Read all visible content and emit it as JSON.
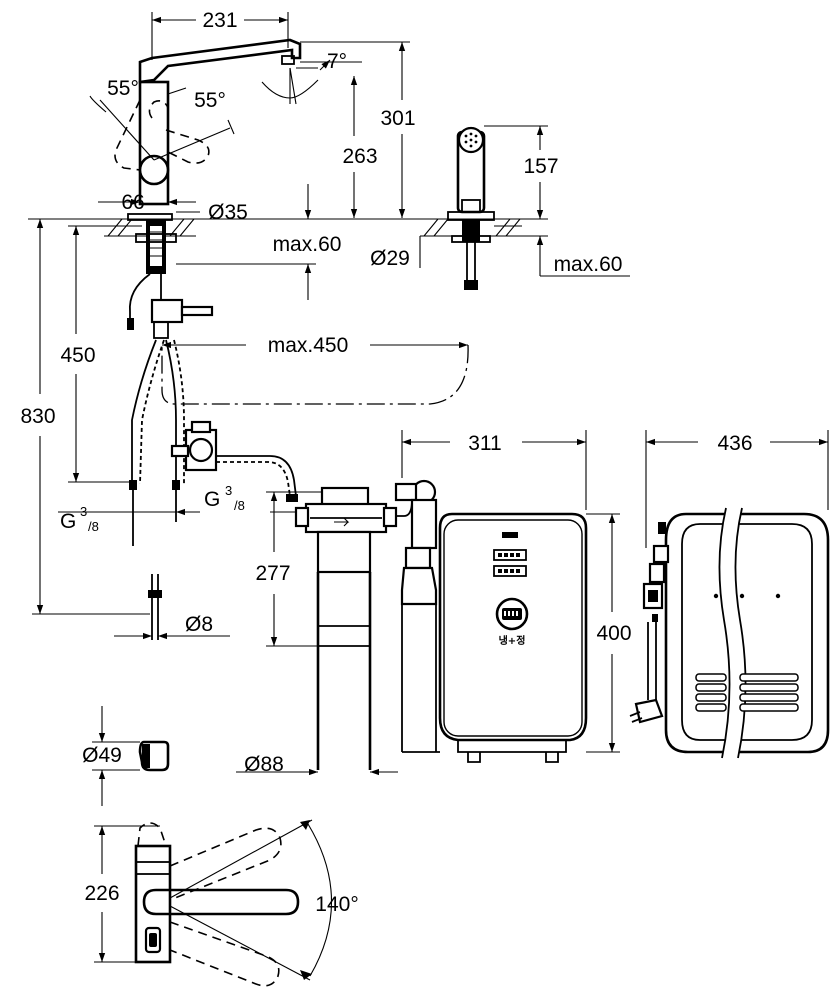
{
  "dimensions": {
    "spout_reach": "231",
    "spout_tilt_angle": "7°",
    "lever_angle_left": "55°",
    "lever_angle_right": "55°",
    "height_total": "301",
    "height_spout": "263",
    "handshower_height": "157",
    "lever_offset": "66",
    "hole_diameter_tap": "Ø35",
    "deck_thickness_tap": "max.60",
    "hole_diameter_shower": "Ø29",
    "deck_thickness_shower": "max.60",
    "hose_distance": "max.450",
    "hose_length_short": "450",
    "hose_length_long": "830",
    "thread_left_main": "G",
    "thread_left_sup": "3",
    "thread_left_sub": "/8",
    "thread_right_main": "G",
    "thread_right_sup": "3",
    "thread_right_sub": "/8",
    "pipe_diameter": "Ø8",
    "filter_height": "277",
    "filter_diameter": "Ø88",
    "boiler_depth": "311",
    "boiler_width": "436",
    "boiler_height": "400",
    "knob_diameter": "Ø49",
    "top_view_depth": "226",
    "swivel_angle": "140°"
  },
  "boiler_label": "냉+정"
}
